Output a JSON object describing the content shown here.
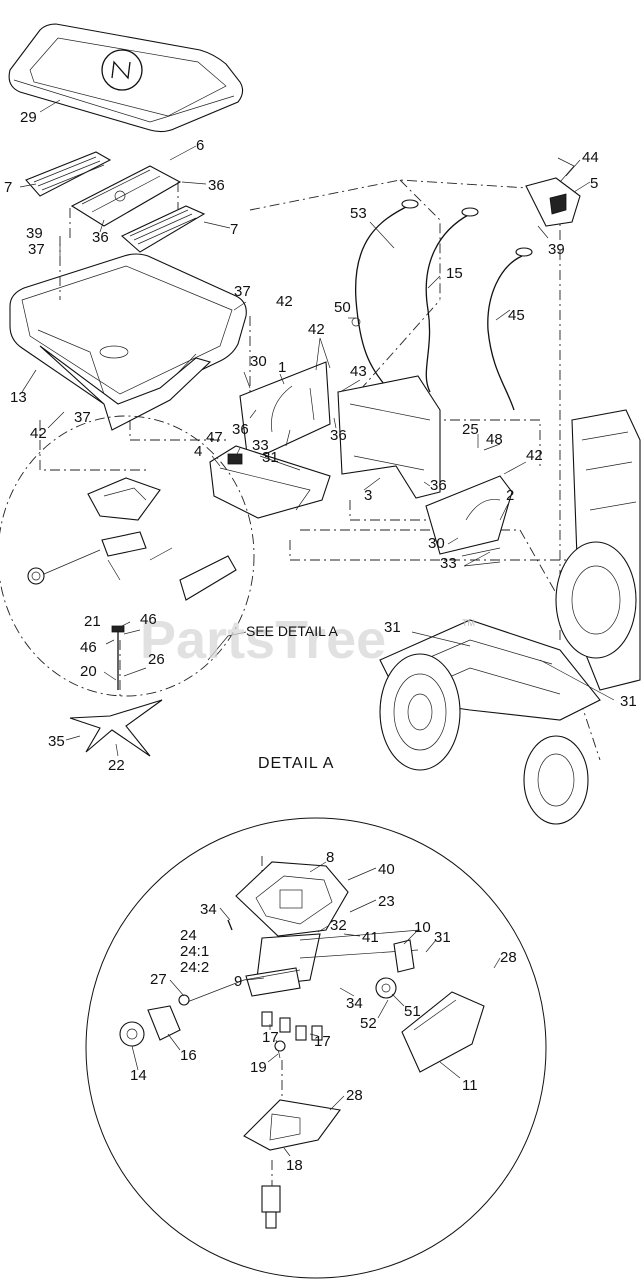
{
  "watermark": "PartsTree",
  "watermark_mark": "TM",
  "see_detail": "SEE DETAIL  A",
  "detail_heading": "DETAIL  A",
  "callouts": [
    {
      "id": "c29",
      "text": "29"
    },
    {
      "id": "c6",
      "text": "6"
    },
    {
      "id": "c7a",
      "text": "7"
    },
    {
      "id": "c36a",
      "text": "36"
    },
    {
      "id": "c36b",
      "text": "36"
    },
    {
      "id": "c7b",
      "text": "7"
    },
    {
      "id": "c39a",
      "text": "39"
    },
    {
      "id": "c37a",
      "text": "37"
    },
    {
      "id": "c37b",
      "text": "37"
    },
    {
      "id": "c42a",
      "text": "42"
    },
    {
      "id": "c13",
      "text": "13"
    },
    {
      "id": "c42b",
      "text": "42"
    },
    {
      "id": "c37c",
      "text": "37"
    },
    {
      "id": "c53",
      "text": "53"
    },
    {
      "id": "c15",
      "text": "15"
    },
    {
      "id": "c44",
      "text": "44"
    },
    {
      "id": "c5",
      "text": "5"
    },
    {
      "id": "c39b",
      "text": "39"
    },
    {
      "id": "c45",
      "text": "45"
    },
    {
      "id": "c50",
      "text": "50"
    },
    {
      "id": "c42c",
      "text": "42"
    },
    {
      "id": "c43",
      "text": "43"
    },
    {
      "id": "c30a",
      "text": "30"
    },
    {
      "id": "c1",
      "text": "1"
    },
    {
      "id": "c36c",
      "text": "36"
    },
    {
      "id": "c33a",
      "text": "33"
    },
    {
      "id": "c36d",
      "text": "36"
    },
    {
      "id": "c47",
      "text": "47"
    },
    {
      "id": "c4",
      "text": "4"
    },
    {
      "id": "c31a",
      "text": "31"
    },
    {
      "id": "c25",
      "text": "25"
    },
    {
      "id": "c48",
      "text": "48"
    },
    {
      "id": "c42d",
      "text": "42"
    },
    {
      "id": "c36e",
      "text": "36"
    },
    {
      "id": "c3",
      "text": "3"
    },
    {
      "id": "c2",
      "text": "2"
    },
    {
      "id": "c30b",
      "text": "30"
    },
    {
      "id": "c33b",
      "text": "33"
    },
    {
      "id": "c21",
      "text": "21"
    },
    {
      "id": "c46a",
      "text": "46"
    },
    {
      "id": "c46b",
      "text": "46"
    },
    {
      "id": "c26",
      "text": "26"
    },
    {
      "id": "c20",
      "text": "20"
    },
    {
      "id": "c31b",
      "text": "31"
    },
    {
      "id": "c31c",
      "text": "31"
    },
    {
      "id": "c35",
      "text": "35"
    },
    {
      "id": "c22",
      "text": "22"
    },
    {
      "id": "c8",
      "text": "8"
    },
    {
      "id": "c40",
      "text": "40"
    },
    {
      "id": "c34a",
      "text": "34"
    },
    {
      "id": "c23",
      "text": "23"
    },
    {
      "id": "c24",
      "text": "24"
    },
    {
      "id": "c24_1",
      "text": "24:1"
    },
    {
      "id": "c24_2",
      "text": "24:2"
    },
    {
      "id": "c32",
      "text": "32"
    },
    {
      "id": "c41",
      "text": "41"
    },
    {
      "id": "c10",
      "text": "10"
    },
    {
      "id": "c31d",
      "text": "31"
    },
    {
      "id": "c28a",
      "text": "28"
    },
    {
      "id": "c27",
      "text": "27"
    },
    {
      "id": "c9",
      "text": "9"
    },
    {
      "id": "c51",
      "text": "51"
    },
    {
      "id": "c52",
      "text": "52"
    },
    {
      "id": "c34b",
      "text": "34"
    },
    {
      "id": "c17a",
      "text": "17"
    },
    {
      "id": "c17b",
      "text": "17"
    },
    {
      "id": "c16",
      "text": "16"
    },
    {
      "id": "c14",
      "text": "14"
    },
    {
      "id": "c19",
      "text": "19"
    },
    {
      "id": "c11",
      "text": "11"
    },
    {
      "id": "c28b",
      "text": "28"
    },
    {
      "id": "c18",
      "text": "18"
    }
  ]
}
